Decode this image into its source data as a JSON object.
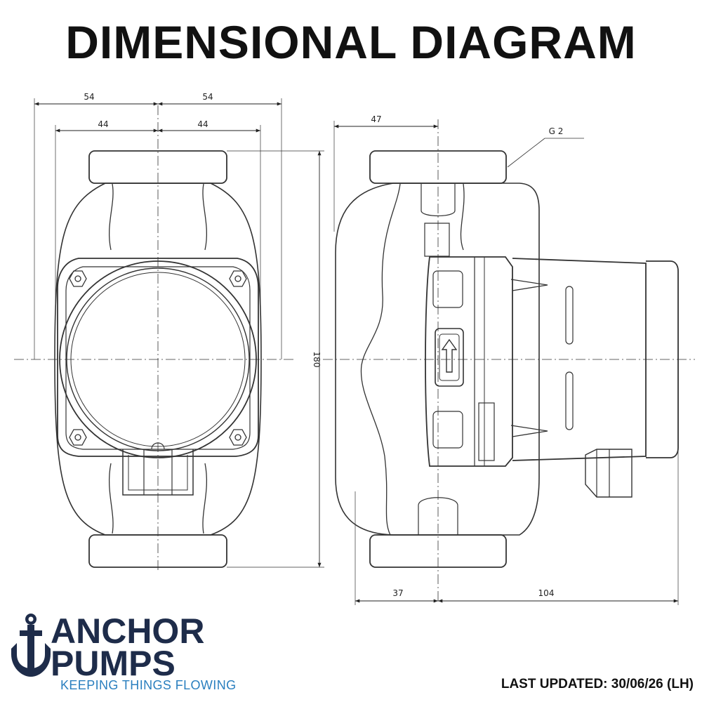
{
  "title": "DIMENSIONAL DIAGRAM",
  "dimensions": {
    "front_left_outer": "54",
    "front_right_outer": "54",
    "front_left_inner": "44",
    "front_right_inner": "44",
    "height": "180",
    "side_top": "47",
    "thread": "G 2",
    "side_bottom_left": "37",
    "side_bottom_right": "104"
  },
  "brand": {
    "name_line1": "ANCHOR",
    "name_line2": "PUMPS",
    "tagline": "KEEPING THINGS FLOWING",
    "icon": "anchor-icon",
    "colors": {
      "navy": "#1e2c4a",
      "blue": "#2a7fbf"
    }
  },
  "last_updated": "LAST UPDATED: 30/06/26 (LH)"
}
